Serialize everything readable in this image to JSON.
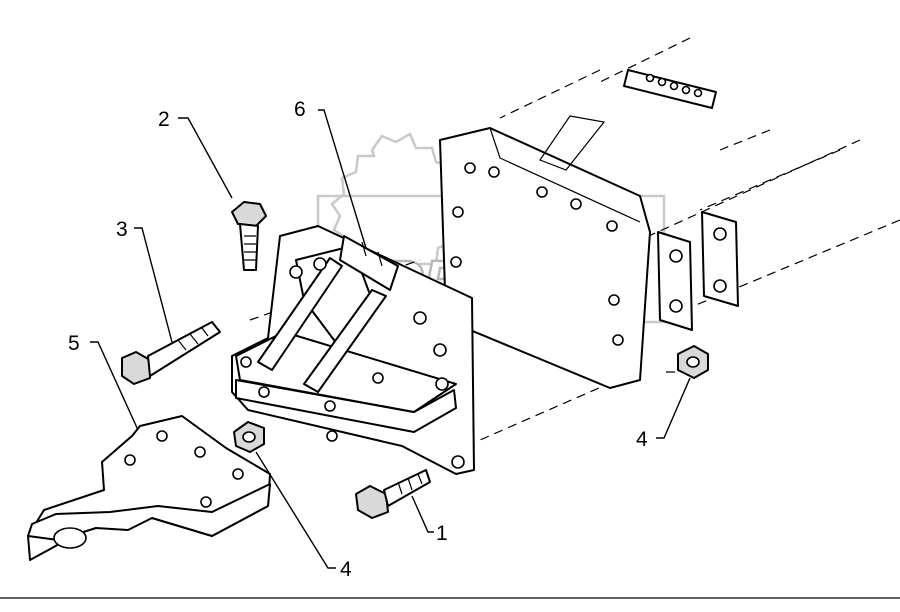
{
  "watermark": {
    "text": "OPEX"
  },
  "callouts": [
    {
      "id": "c1",
      "label": "1"
    },
    {
      "id": "c2",
      "label": "2"
    },
    {
      "id": "c3",
      "label": "3"
    },
    {
      "id": "c4a",
      "label": "4"
    },
    {
      "id": "c4b",
      "label": "4"
    },
    {
      "id": "c5",
      "label": "5"
    },
    {
      "id": "c6",
      "label": "6"
    }
  ]
}
